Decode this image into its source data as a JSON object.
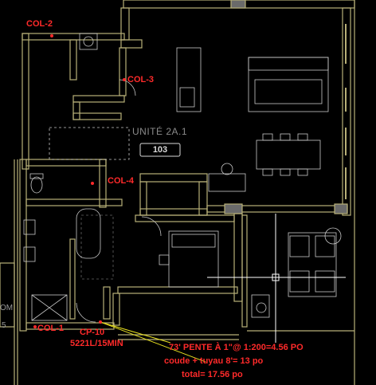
{
  "drawing": {
    "background": "#000000",
    "wall_color": "#b8b078",
    "furniture_color": "#c8c8c8",
    "annotation_color": "#ff2a2a",
    "leader_color": "#e8e020",
    "unit_name": "UNITÉ 2A.1",
    "unit_number": "103",
    "edge_text_top": "OM",
    "edge_text_bottom": "5"
  },
  "columns": {
    "col1": "COL-1",
    "col2": "COL-2",
    "col3": "COL-3",
    "col4": "COL-4",
    "cp": "CP-10"
  },
  "notes": {
    "flow": "5221L/15MIN",
    "slope": "73' PENTE À 1\"@ 1:200=4.56 PO",
    "fittings": "coude + tuyau 8'= 13 po",
    "total": "total= 17.56 po"
  },
  "cursor": {
    "icon": "crosshair-cursor-icon"
  }
}
